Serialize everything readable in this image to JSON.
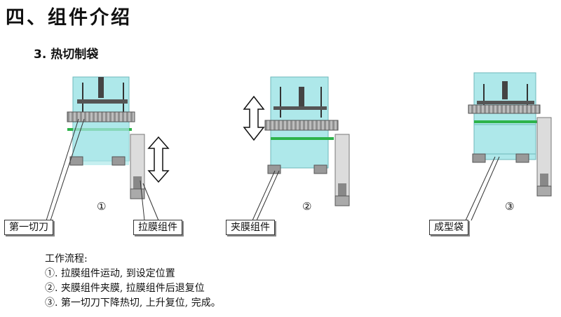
{
  "header": {
    "title": "四、组件介绍",
    "subtitle": "3. 热切制袋"
  },
  "steps": [
    {
      "number": "①",
      "callouts": [
        "第一切刀",
        "拉膜组件"
      ]
    },
    {
      "number": "②",
      "callouts": [
        "夹膜组件"
      ]
    },
    {
      "number": "③",
      "callouts": [
        "成型袋"
      ]
    }
  ],
  "workflow": {
    "heading": "工作流程:",
    "lines": [
      "①. 拉膜组件运动, 到设定位置",
      "②. 夹膜组件夹膜, 拉膜组件后退复位",
      "③. 第一切刀下降热切, 上升复位, 完成。"
    ]
  },
  "colors": {
    "film": "#aee8ea",
    "green_bar": "#2db34a",
    "frame": "#7a7a7a",
    "arrow": "#111111"
  }
}
